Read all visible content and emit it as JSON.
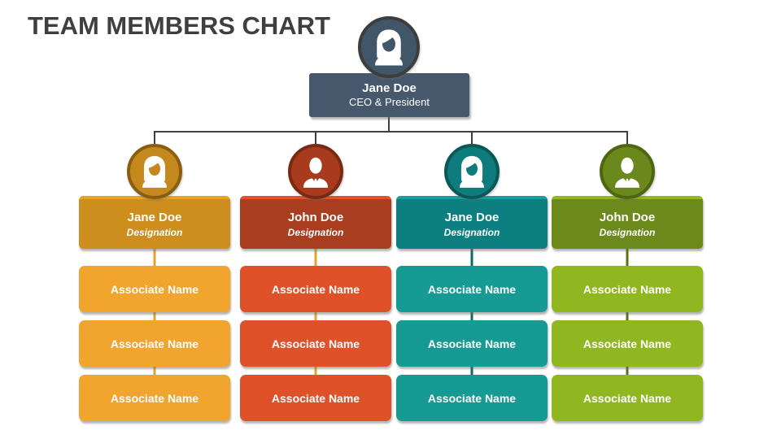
{
  "title": "TEAM MEMBERS CHART",
  "tree_line_color": "#404040",
  "root": {
    "name": "Jane Doe",
    "role": "CEO & President",
    "avatar": "female-avatar-icon",
    "colors": {
      "circle": "#42566A",
      "ring": "#3D3D3D",
      "box": "#46586B"
    }
  },
  "branches": [
    {
      "name": "Jane Doe",
      "designation": "Designation",
      "avatar": "female-avatar-icon",
      "associates": [
        "Associate Name",
        "Associate Name",
        "Associate Name"
      ],
      "colors": {
        "circle": "#C5881C",
        "ring": "#8A5E10",
        "header": "#CE8E1D",
        "header_top": "#E5A424",
        "associate": "#F1A42E",
        "connector": "#E2A42C"
      }
    },
    {
      "name": "John Doe",
      "designation": "Designation",
      "avatar": "male-avatar-icon",
      "associates": [
        "Associate Name",
        "Associate Name",
        "Associate Name"
      ],
      "colors": {
        "circle": "#A83B1E",
        "ring": "#7A2A14",
        "header": "#A93D20",
        "header_top": "#E1512B",
        "associate": "#DF5129",
        "connector": "#E2A42C"
      }
    },
    {
      "name": "Jane Doe",
      "designation": "Designation",
      "avatar": "female-avatar-icon",
      "associates": [
        "Associate Name",
        "Associate Name",
        "Associate Name"
      ],
      "colors": {
        "circle": "#0E7C7D",
        "ring": "#0A5858",
        "header": "#0D7F80",
        "header_top": "#1B9C9D",
        "associate": "#169B94",
        "connector": "#0B6B62"
      }
    },
    {
      "name": "John Doe",
      "designation": "Designation",
      "avatar": "male-avatar-icon",
      "associates": [
        "Associate Name",
        "Associate Name",
        "Associate Name"
      ],
      "colors": {
        "circle": "#6B881C",
        "ring": "#4E6610",
        "header": "#6C8A1B",
        "header_top": "#93B71F",
        "associate": "#90B71F",
        "connector": "#5A7110"
      }
    }
  ]
}
